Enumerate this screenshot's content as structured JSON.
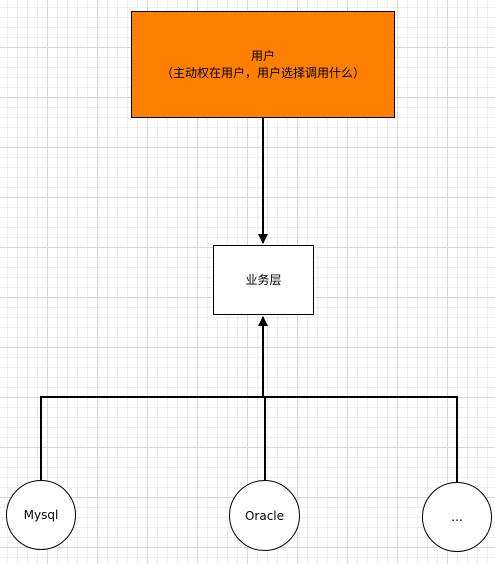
{
  "nodes": {
    "user": {
      "title": "用户",
      "subtitle": "（主动权在用户，用户选择调用什么）",
      "fill": "#ff8000"
    },
    "service_layer": {
      "label": "业务层"
    },
    "databases": {
      "mysql": "Mysql",
      "oracle": "Oracle",
      "more": "..."
    }
  },
  "colors": {
    "stroke": "#000000",
    "grid_major": "#d8d8d8",
    "grid_minor": "#eeeeee"
  }
}
